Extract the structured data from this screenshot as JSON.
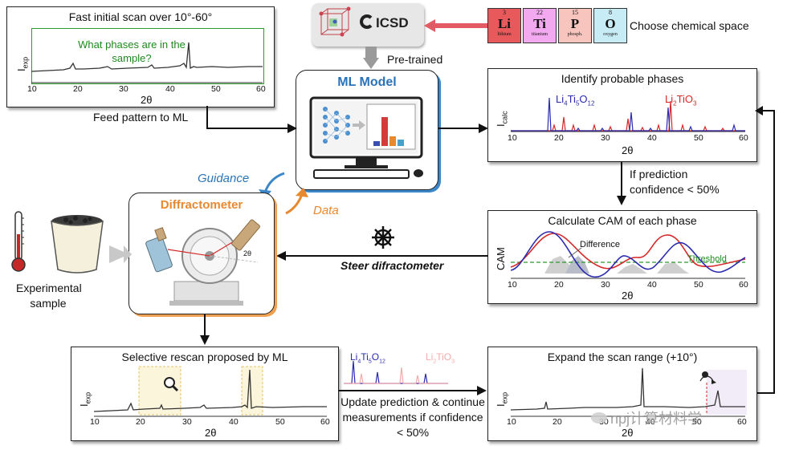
{
  "scan_panel": {
    "title": "Fast initial scan over 10°-60°",
    "question": "What phases are in the sample?",
    "ylabel": "I",
    "ysub": "exp",
    "xlabel": "2θ",
    "ticks": [
      "10",
      "20",
      "30",
      "40",
      "50",
      "60"
    ]
  },
  "feed_label": "Feed pattern to ML",
  "icsd": {
    "label": "ICSD",
    "pretrained": "Pre-trained"
  },
  "chem": {
    "label": "Choose chemical space",
    "elements": [
      {
        "num": "3",
        "sym": "Li",
        "name": "lithium",
        "color": "#e8595c"
      },
      {
        "num": "22",
        "sym": "Ti",
        "name": "titanium",
        "color": "#f3a9f0"
      },
      {
        "num": "15",
        "sym": "P",
        "name": "phosph.",
        "color": "#f7c4be"
      },
      {
        "num": "8",
        "sym": "O",
        "name": "oxygen",
        "color": "#c8ecf5"
      }
    ]
  },
  "ml_model": {
    "title": "ML Model",
    "accent": "#2a73b8"
  },
  "identify": {
    "title": "Identify probable phases",
    "ylabel": "I",
    "ysub": "calc",
    "xlabel": "2θ",
    "phase1": "Li4Ti5O12",
    "phase2": "Li2TiO3",
    "ticks": [
      "10",
      "20",
      "30",
      "40",
      "50",
      "60"
    ]
  },
  "confidence": "If prediction confidence < 50%",
  "cam": {
    "title": "Calculate CAM of each phase",
    "ylabel": "CAM",
    "xlabel": "2θ",
    "difference": "Difference",
    "threshold": "Threshold",
    "ticks": [
      "10",
      "20",
      "30",
      "40",
      "50",
      "60"
    ]
  },
  "steer": "Steer difractometer",
  "guidance": "Guidance",
  "data_label": "Data",
  "diffractometer": {
    "title": "Diffractometer",
    "accent": "#e8892f",
    "angle": "2θ"
  },
  "sample": {
    "label": "Experimental sample"
  },
  "rescan": {
    "title": "Selective rescan proposed by ML",
    "ylabel": "I",
    "ysub": "exp",
    "xlabel": "2θ",
    "ticks": [
      "10",
      "20",
      "30",
      "40",
      "50",
      "60"
    ]
  },
  "update": {
    "text": "Update prediction & continue measurements if confidence < 50%",
    "phase1": "Li4Ti5O12",
    "phase2": "Li2TiO3"
  },
  "expand": {
    "title": "Expand the scan range (+10°)",
    "ylabel": "I",
    "ysub": "exp",
    "xlabel": "2θ",
    "ticks": [
      "10",
      "20",
      "30",
      "40",
      "50",
      "60"
    ]
  },
  "watermark": "npj计算材料学"
}
